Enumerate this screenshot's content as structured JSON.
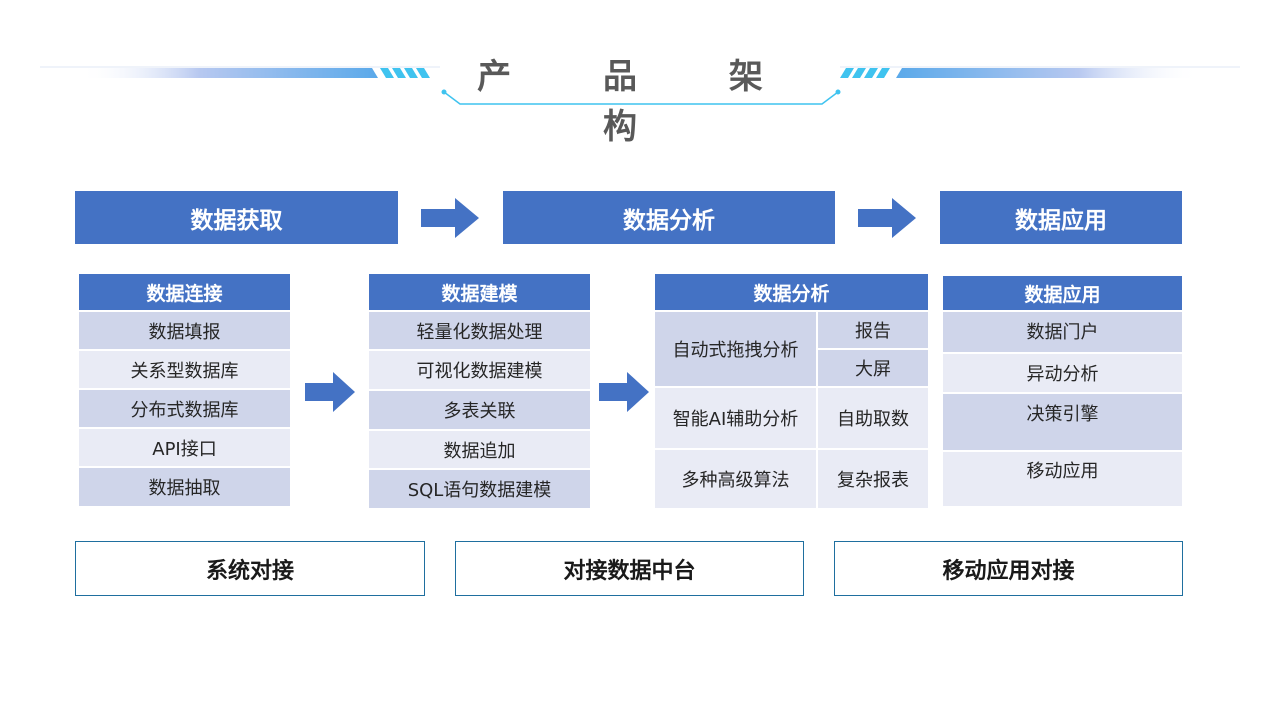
{
  "title": "产 品 架 构",
  "stages": [
    {
      "label": "数据获取"
    },
    {
      "label": "数据分析"
    },
    {
      "label": "数据应用"
    }
  ],
  "columns": {
    "connect": {
      "header": "数据连接",
      "items": [
        "数据填报",
        "关系型数据库",
        "分布式数据库",
        "API接口",
        "数据抽取"
      ]
    },
    "modeling": {
      "header": "数据建模",
      "items": [
        "轻量化数据处理",
        "可视化数据建模",
        "多表关联",
        "数据追加",
        "SQL语句数据建模"
      ]
    },
    "analysis": {
      "header": "数据分析",
      "left": [
        "自动式拖拽分析",
        "智能AI辅助分析",
        "多种高级算法"
      ],
      "right": [
        "报告",
        "大屏",
        "自助取数",
        "复杂报表"
      ]
    },
    "application": {
      "header": "数据应用",
      "items": [
        "数据门户",
        "异动分析",
        "决策引擎",
        "移动应用"
      ]
    }
  },
  "bottom": [
    "系统对接",
    "对接数据中台",
    "移动应用对接"
  ],
  "colors": {
    "primary": "#4472c4",
    "row_dark": "#cfd5ea",
    "row_light": "#e9ebf5",
    "accent_cyan": "#3fc3ef",
    "border": "#1f6f9f"
  }
}
